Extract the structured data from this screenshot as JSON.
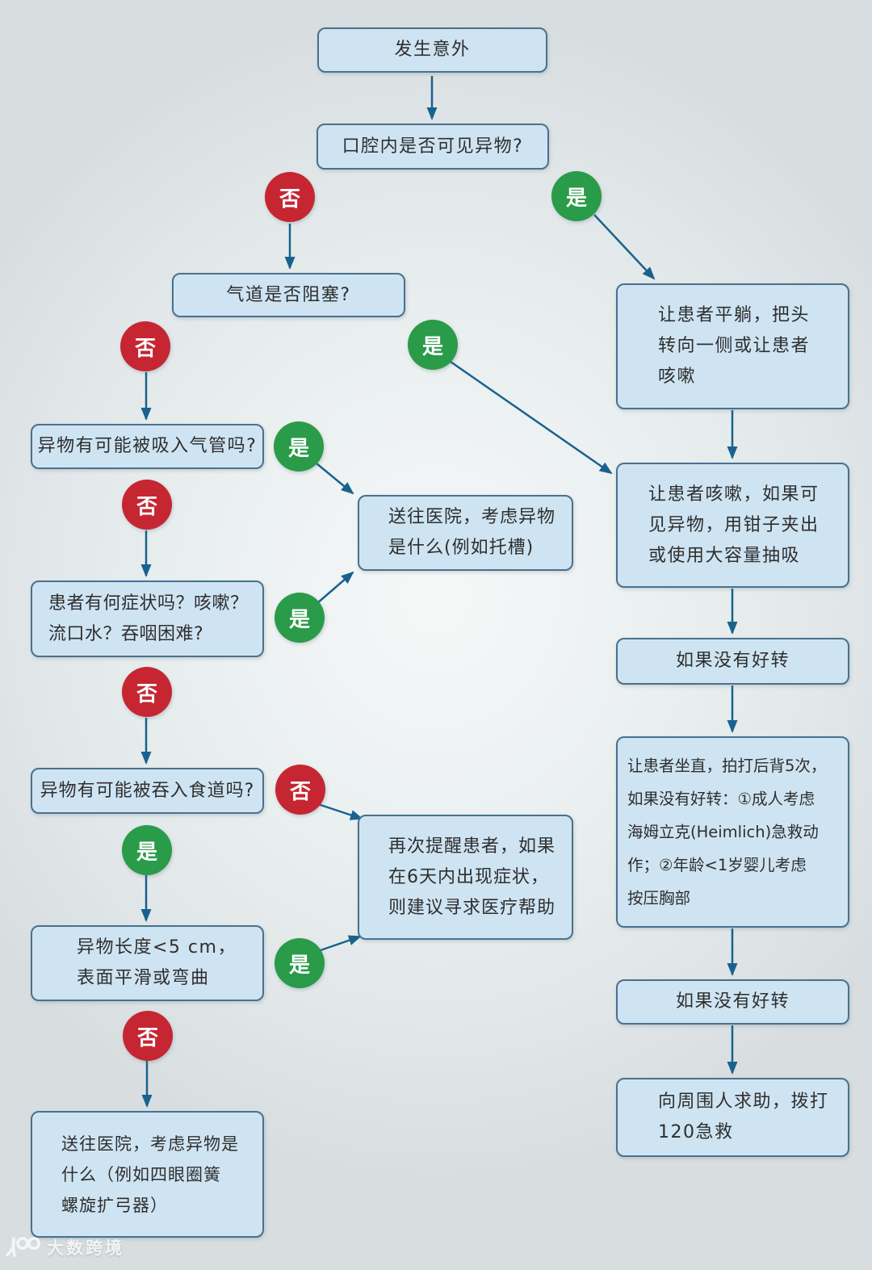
{
  "flowchart": {
    "decision_labels": {
      "yes": "是",
      "no": "否"
    },
    "colors": {
      "yes_badge": "#2a9b48",
      "no_badge": "#c52632",
      "box_fill": "#cfe4f2",
      "box_border": "#48718f",
      "arrow": "#19628e",
      "text": "#2e2e2e"
    },
    "nodes": {
      "start": {
        "text": "发生意外"
      },
      "mouth_question": {
        "text": "口腔内是否可见异物?"
      },
      "airway_question": {
        "text": "气道是否阻塞?"
      },
      "lie_down": {
        "text": "让患者平躺，把头\n转向一侧或让患者\n咳嗽"
      },
      "inhale_question": {
        "text": "异物有可能被吸入气管吗?"
      },
      "hospital_bracket": {
        "text": "送往医院，考虑异物\n是什么(例如托槽)"
      },
      "cough_forceps": {
        "text": "让患者咳嗽，如果可\n见异物，用钳子夹出\n或使用大容量抽吸"
      },
      "symptoms_question": {
        "text": "患者有何症状吗？咳嗽？\n流口水？吞咽困难?"
      },
      "no_improvement_1": {
        "text": "如果没有好转"
      },
      "swallow_question": {
        "text": "异物有可能被吞入食道吗?"
      },
      "sit_backblows": {
        "text": "让患者坐直，拍打后背5次，\n如果没有好转：①成人考虑\n海姆立克(Heimlich)急救动\n作；②年龄<1岁婴儿考虑\n按压胸部"
      },
      "remind_6days": {
        "text": "再次提醒患者，如果\n在6天内出现症状，\n则建议寻求医疗帮助"
      },
      "length_question": {
        "text": "异物长度<5 cm，\n表面平滑或弯曲"
      },
      "no_improvement_2": {
        "text": "如果没有好转"
      },
      "hospital_expander": {
        "text": "送往医院，考虑异物是\n什么（例如四眼圈簧\n螺旋扩弓器）"
      },
      "call_120": {
        "text": "向周围人求助，拨打\n120急救"
      }
    }
  },
  "watermark": {
    "text": "大数跨境",
    "logo_icon": "100-logo"
  }
}
